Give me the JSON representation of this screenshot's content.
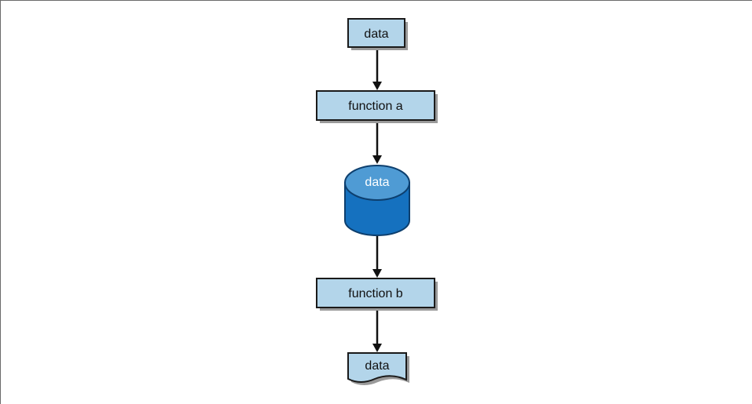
{
  "diagram": {
    "nodes": [
      {
        "id": "data-input",
        "shape": "rect",
        "label": "data"
      },
      {
        "id": "function-a",
        "shape": "rect",
        "label": "function a"
      },
      {
        "id": "data-store",
        "shape": "cylinder",
        "label": "data"
      },
      {
        "id": "function-b",
        "shape": "rect",
        "label": "function b"
      },
      {
        "id": "data-output",
        "shape": "document",
        "label": "data"
      }
    ],
    "edges": [
      {
        "from": "data-input",
        "to": "function-a"
      },
      {
        "from": "function-a",
        "to": "data-store"
      },
      {
        "from": "data-store",
        "to": "function-b"
      },
      {
        "from": "function-b",
        "to": "data-output"
      }
    ]
  },
  "colors": {
    "box_fill": "#b3d5ea",
    "box_stroke": "#1a1a1a",
    "cylinder_body": "#1571bf",
    "cylinder_top": "#4f9bd4",
    "cylinder_stroke": "#0d3f6e",
    "arrow": "#111111",
    "shadow": "#9a9a9a"
  }
}
